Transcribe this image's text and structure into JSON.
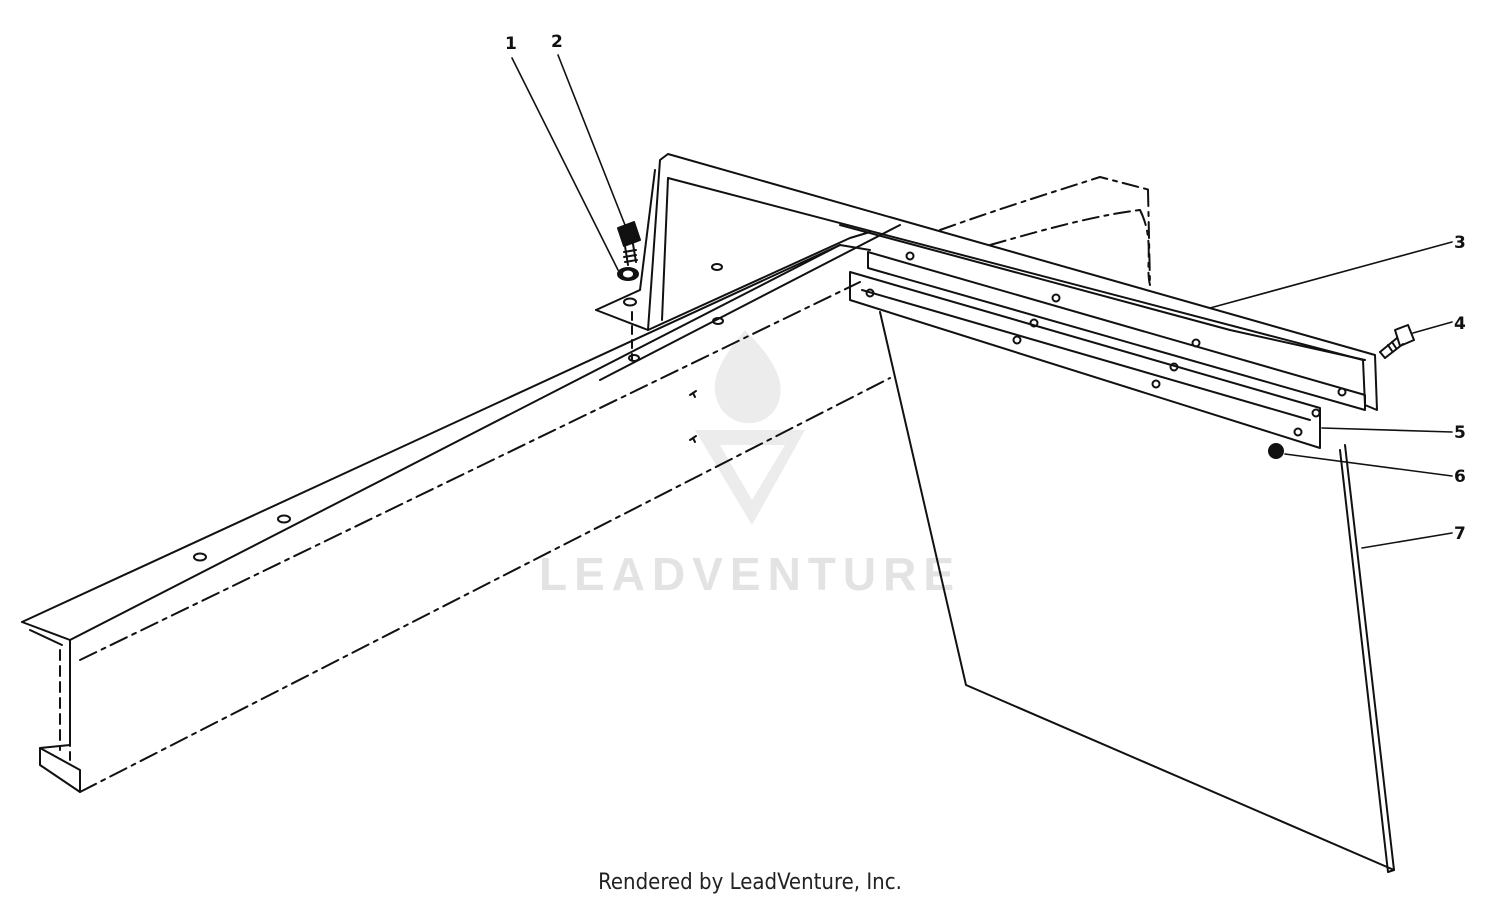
{
  "diagram": {
    "callouts": [
      "1",
      "2",
      "3",
      "4",
      "5",
      "6",
      "7"
    ],
    "watermark_text": "LEADVENTURE",
    "footer_text": "Rendered by LeadVenture, Inc.",
    "line_color": "#111111",
    "watermark_color": "#e3e3e3"
  }
}
